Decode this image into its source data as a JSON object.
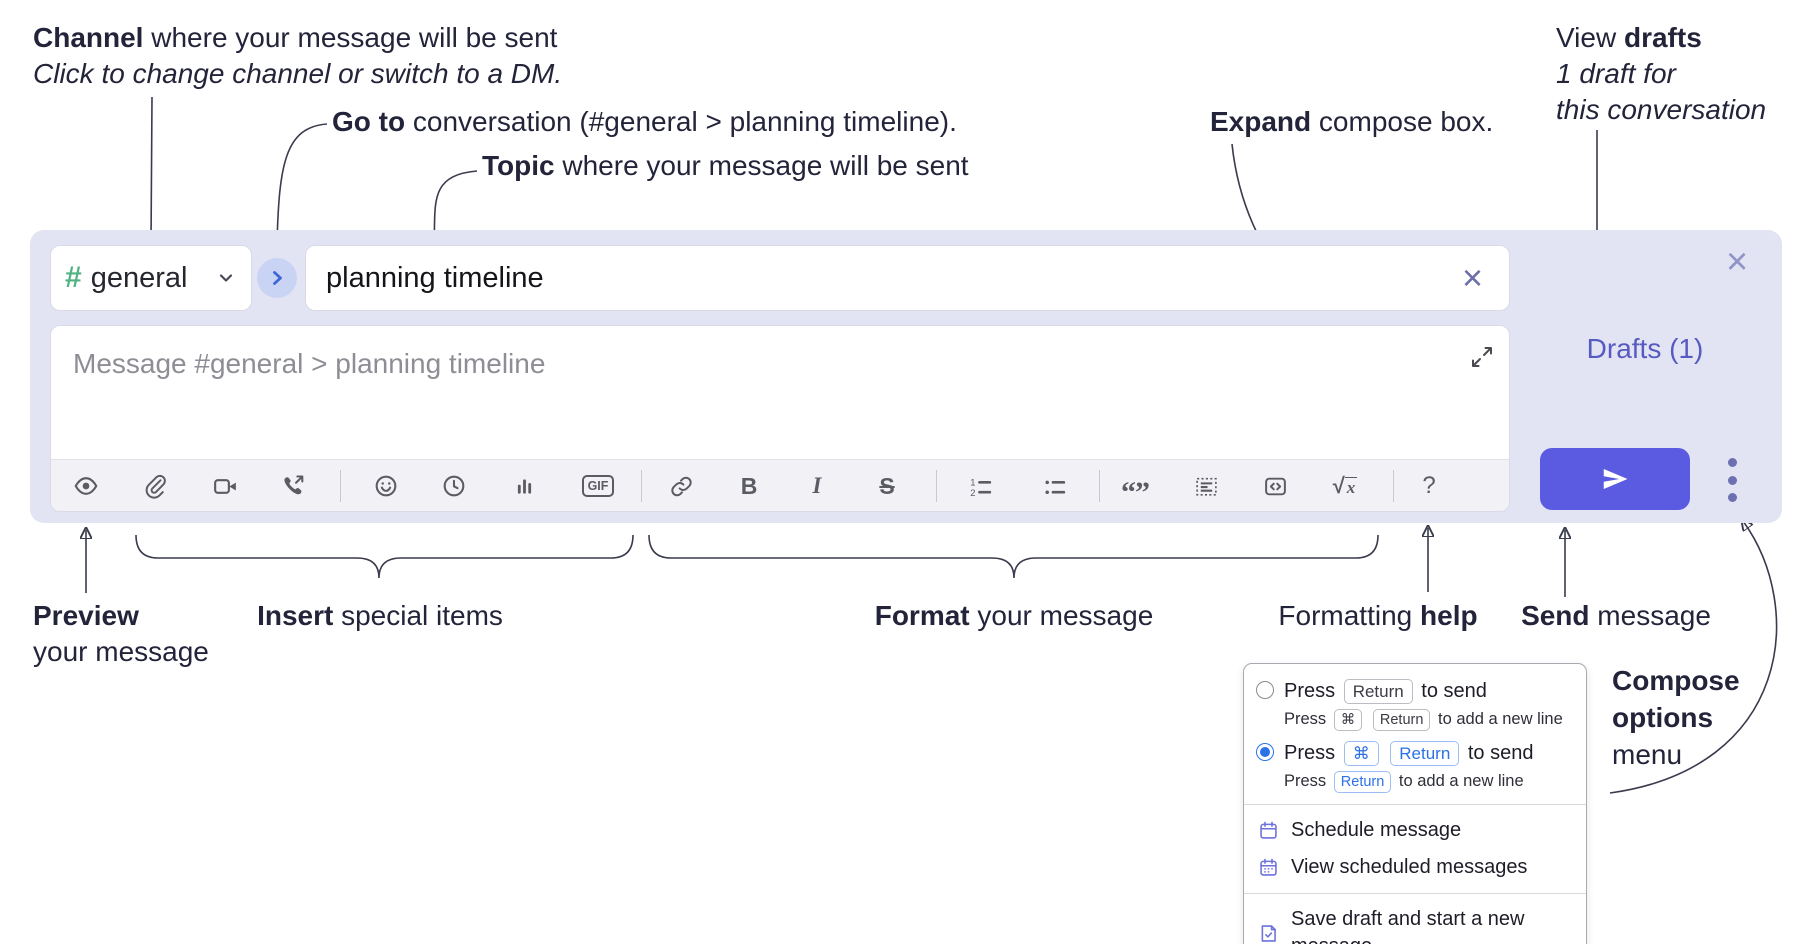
{
  "colors": {
    "accent_send": "#5a5be0",
    "drafts_link_purple": "#575ac0",
    "selected_blue": "#2b72e8",
    "hash_green": "#52b282",
    "menu_icon_purple": "#6f71dd",
    "compose_bg_lavender": "#e2e4f4"
  },
  "annotations": {
    "channel_line1_bold": "Channel",
    "channel_line1_rest": " where your message will be sent",
    "channel_line2": "Click to change channel or switch to a DM.",
    "goto_bold": "Go to",
    "goto_rest": " conversation (#general > planning timeline).",
    "topic_bold": "Topic",
    "topic_rest": " where your message will be sent",
    "expand_bold": "Expand",
    "expand_rest": " compose box.",
    "drafts_line1_pre": "View ",
    "drafts_line1_bold": "drafts",
    "drafts_line2": "1 draft for",
    "drafts_line3": "this conversation",
    "preview_bold": "Preview",
    "preview_line2": "your message",
    "insert_bold": "Insert",
    "insert_rest": " special items",
    "format_bold": "Format",
    "format_rest": " your message",
    "help_pre": "Formatting ",
    "help_bold": "help",
    "send_bold": "Send",
    "send_rest": " message",
    "compose_opts_line1": "Compose",
    "compose_opts_line2": "options",
    "compose_opts_line3": "menu"
  },
  "compose": {
    "channel_hash": "#",
    "channel_name": "general",
    "topic_value": "planning timeline",
    "clear_glyph": "×",
    "close_glyph": "×",
    "message_placeholder": "Message #general > planning timeline",
    "drafts_link": "Drafts (1)",
    "toolbar": {
      "bold": "B",
      "italic": "I",
      "strike": "S",
      "gif": "GIF",
      "quote_glyph": "“”",
      "sqrt_radical": "√",
      "sqrt_var": "x",
      "help": "?"
    }
  },
  "options_menu": {
    "option1": {
      "press": "Press",
      "key1": "Return",
      "suffix": "to send",
      "sub_press": "Press",
      "sub_key1": "⌘",
      "sub_key2": "Return",
      "sub_suffix": "to add a new line",
      "selected": false
    },
    "option2": {
      "press": "Press",
      "key1": "⌘",
      "key2": "Return",
      "suffix": "to send",
      "sub_press": "Press",
      "sub_key1": "Return",
      "sub_suffix": "to add a new line",
      "selected": true
    },
    "items": [
      {
        "label": "Schedule message"
      },
      {
        "label": "View scheduled messages"
      },
      {
        "label": "Save draft and start a new message"
      }
    ]
  }
}
